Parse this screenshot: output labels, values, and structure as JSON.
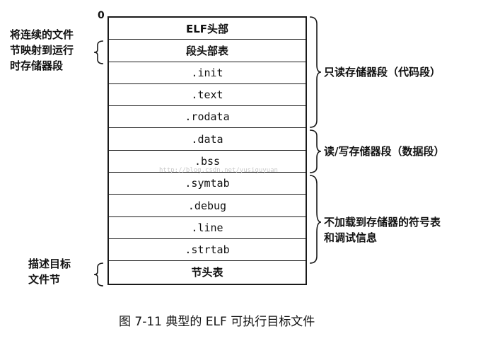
{
  "origin_label": "0",
  "sections": [
    {
      "label": "ELF头部",
      "style": "cjk"
    },
    {
      "label": "段头部表",
      "style": "cjk"
    },
    {
      "label": ".init",
      "style": "mono"
    },
    {
      "label": ".text",
      "style": "mono"
    },
    {
      "label": ".rodata",
      "style": "mono"
    },
    {
      "label": ".data",
      "style": "mono"
    },
    {
      "label": ".bss",
      "style": "mono"
    },
    {
      "label": ".symtab",
      "style": "mono"
    },
    {
      "label": ".debug",
      "style": "mono"
    },
    {
      "label": ".line",
      "style": "mono"
    },
    {
      "label": ".strtab",
      "style": "mono"
    },
    {
      "label": "节头表",
      "style": "cjk"
    }
  ],
  "left_labels": {
    "top": "将连续的文件\n节映射到运行\n时存储器段",
    "bottom": "描述目标\n文件节"
  },
  "right_labels": {
    "readonly": "只读存储器段（代码段）",
    "readwrite": "读/写存储器段（数据段）",
    "notloaded": "不加载到存储器的符号表\n和调试信息"
  },
  "watermark": "http://blog.csdn.net/yusiguyuan",
  "caption": "图 7-11   典型的 ELF 可执行目标文件"
}
